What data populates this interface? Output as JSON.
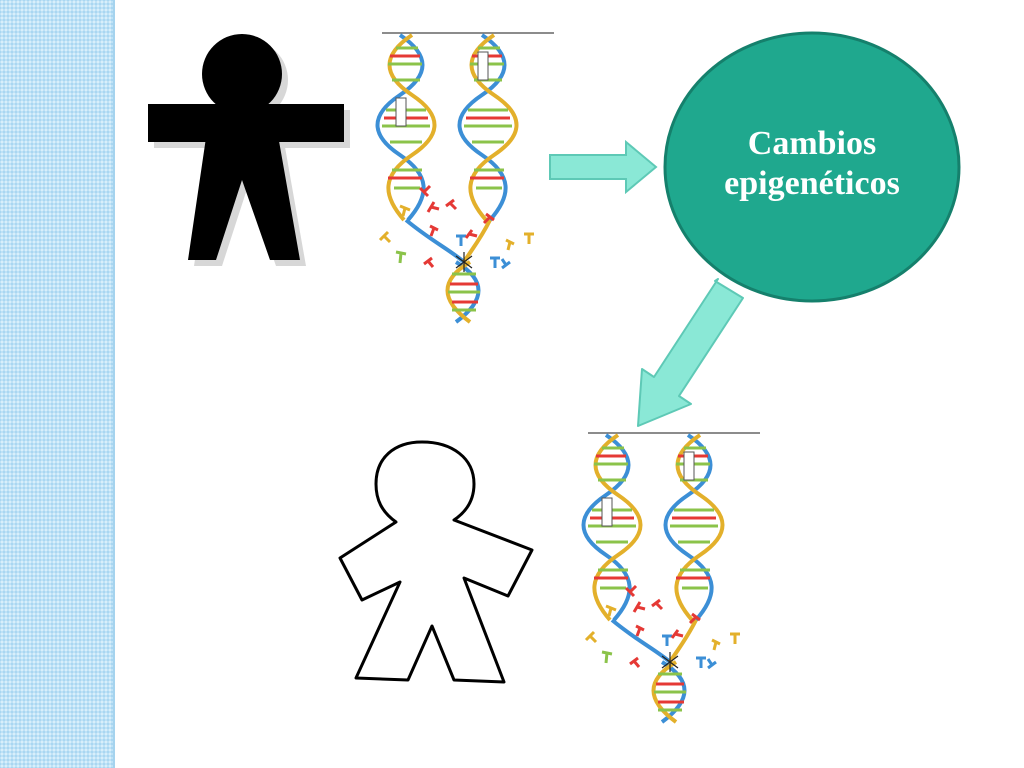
{
  "slide": {
    "label": {
      "line1": "Cambios",
      "line2": "epigenéticos"
    },
    "colors": {
      "side_strip": "#bfe2f6",
      "circle_fill": "#1fa88e",
      "circle_border": "#15806c",
      "arrow_fill": "#8ae8d6",
      "arrow_border": "#5ec9b6",
      "silhouette": "#000000"
    },
    "illustrations": [
      "solid-black-person-silhouette",
      "dna-double-helix-with-markers",
      "outlined-person-figure",
      "dna-double-helix-with-markers"
    ]
  }
}
